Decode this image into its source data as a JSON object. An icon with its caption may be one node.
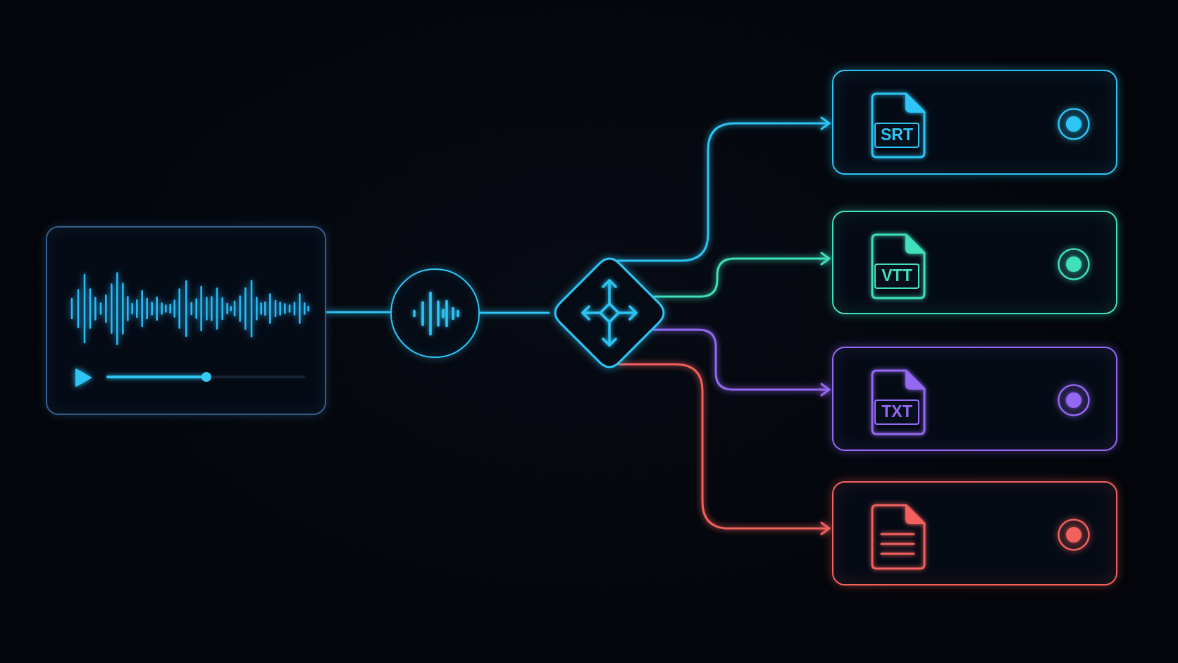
{
  "diagram": {
    "nodes": [
      {
        "text": [],
        "shape": "box"
      },
      {
        "text": [],
        "shape": "circle"
      },
      {
        "text": [],
        "shape": "diamond"
      },
      {
        "text": [
          "SRT"
        ]
      },
      {
        "text": [
          "VTT"
        ]
      },
      {
        "text": [
          "TXT"
        ]
      },
      {
        "text": [],
        "shape": "box"
      }
    ],
    "edges": [
      {
        "from": 0,
        "to": 1,
        "arrow": "none"
      },
      {
        "from": 1,
        "to": 2,
        "arrow": "none"
      },
      {
        "from": 2,
        "to": 3,
        "arrow": "to"
      },
      {
        "from": 2,
        "to": 4,
        "arrow": "to",
        "color": "#3fe0bb"
      },
      {
        "from": 2,
        "to": 5,
        "arrow": "to",
        "color": "#9468f2"
      },
      {
        "from": 2,
        "to": 6,
        "arrow": "to",
        "color": "#f2615d"
      }
    ]
  }
}
